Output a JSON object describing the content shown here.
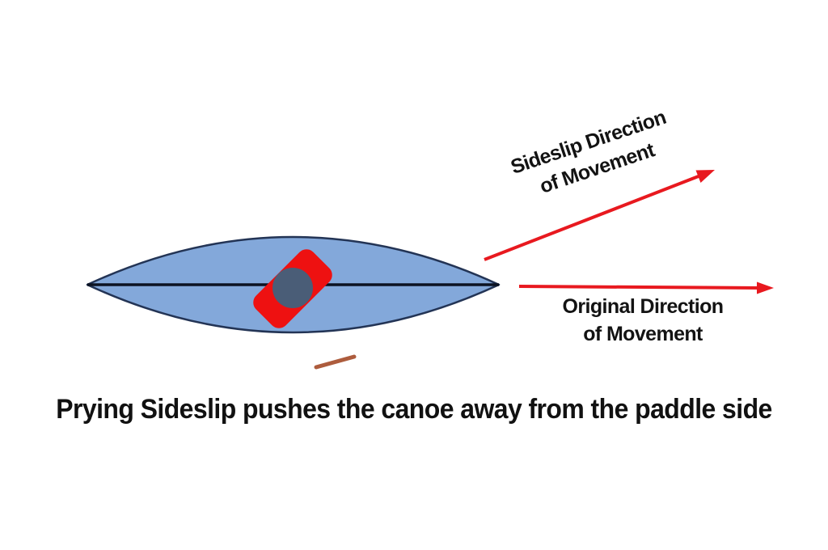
{
  "labels": {
    "sideslip_line1": "Sideslip Direction",
    "sideslip_line2": "of Movement",
    "original_line1": "Original Direction",
    "original_line2": "of Movement",
    "caption": "Prying Sideslip pushes the canoe away from the paddle side"
  },
  "colors": {
    "background": "#ffffff",
    "canoe_fill": "#83a8da",
    "canoe_outline": "#233455",
    "centerline": "#0c1322",
    "paddler_red": "#ee1111",
    "paddler_head": "#4a5d77",
    "paddle": "#ad5c3d",
    "arrow": "#e8191f",
    "text": "#131313"
  },
  "icons": {
    "sideslip_arrow": "up-right-red-arrow",
    "original_arrow": "right-red-arrow"
  }
}
